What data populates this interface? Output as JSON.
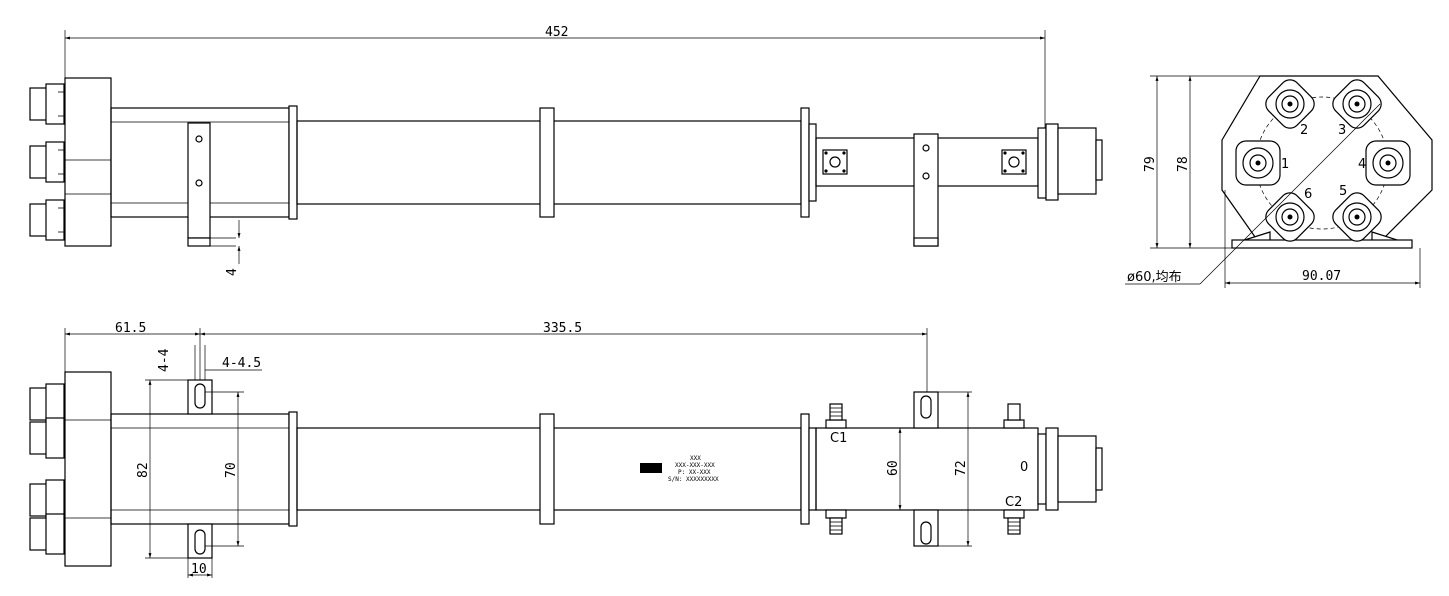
{
  "top_view": {
    "overall_length": "452",
    "bracket_thickness": "4"
  },
  "end_view": {
    "height_outer": "79",
    "height_inner": "78",
    "width": "90.07",
    "bolt_circle": "ø60,均布",
    "ports": [
      "1",
      "2",
      "3",
      "4",
      "5",
      "6"
    ]
  },
  "bottom_view": {
    "dim_left": "61.5",
    "dim_main": "335.5",
    "hole_count": "4-4",
    "slot_spec": "4-4.5",
    "height_82": "82",
    "height_70": "70",
    "height_60": "60",
    "height_72": "72",
    "slot_width": "10",
    "coupler_c1": "C1",
    "coupler_c2": "C2",
    "label_zero": "0",
    "nameplate": {
      "line1": "XXX",
      "line2": "XXX-XXX-XXX",
      "line3": "P: XX-XXX",
      "line4": "S/N: XXXXXXXXX"
    }
  }
}
